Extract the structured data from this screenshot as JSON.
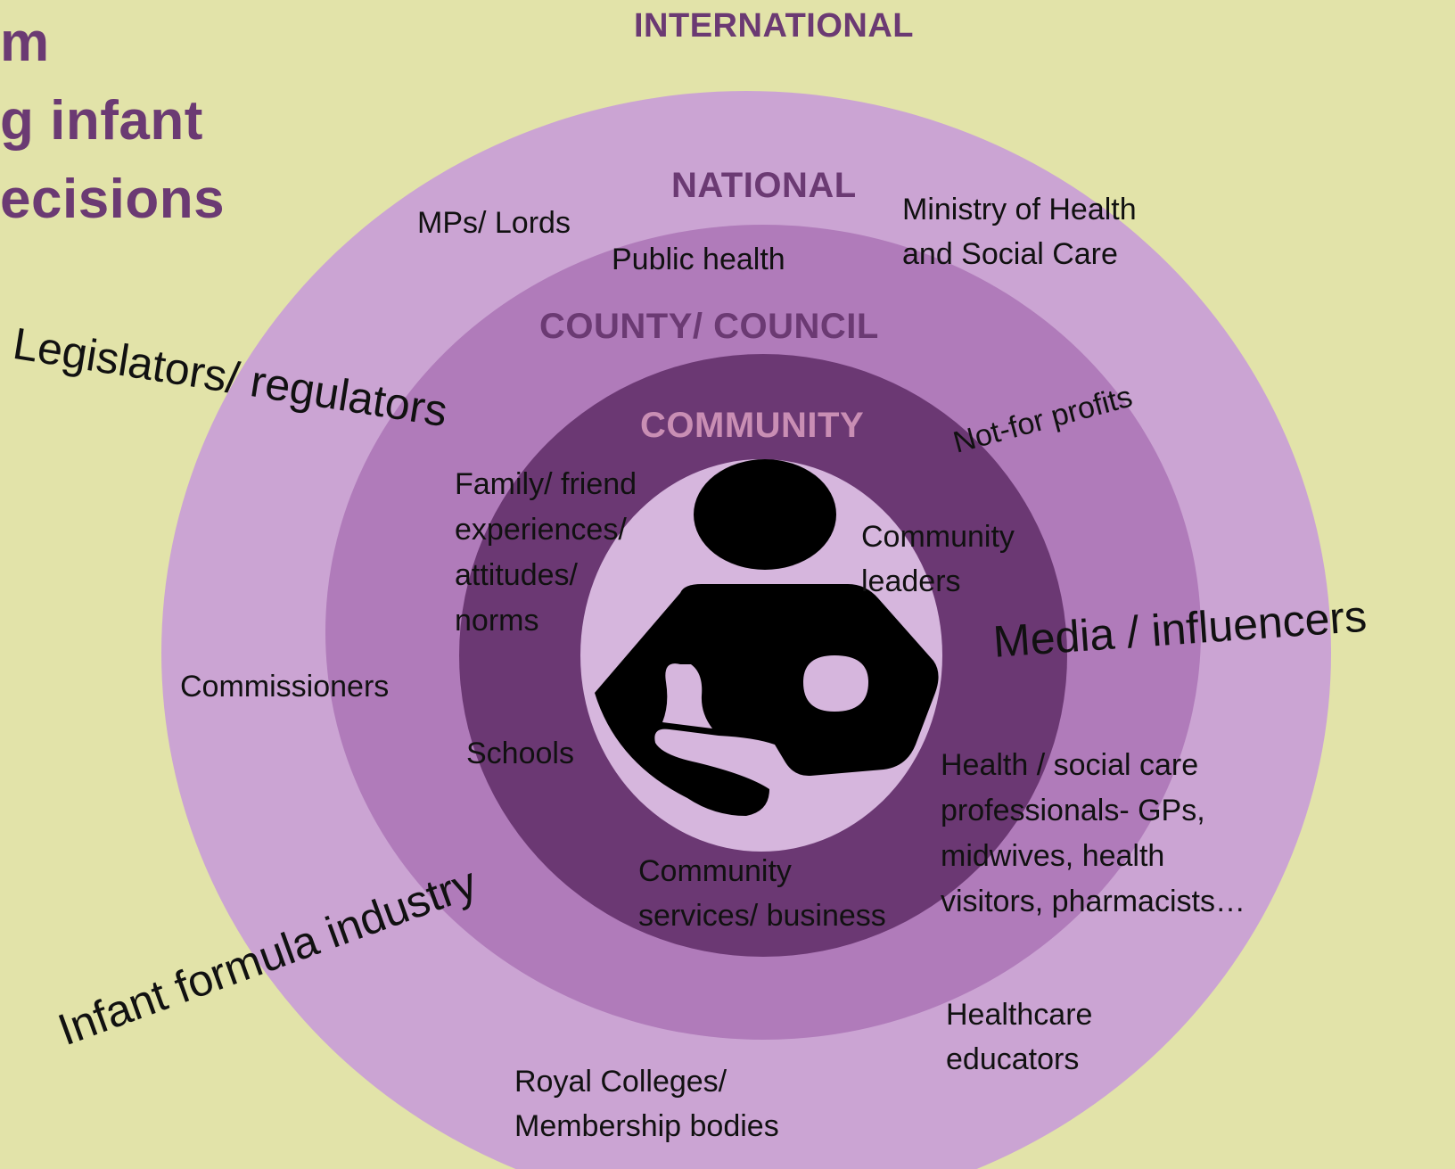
{
  "title": {
    "line1": "m",
    "line2": "g infant",
    "line3": "ecisions"
  },
  "levels": {
    "international": "INTERNATIONAL",
    "national": "NATIONAL",
    "county": "COUNTY/ COUNCIL",
    "community": "COMMUNITY"
  },
  "stakeholders": {
    "legislators": "Legislators/ regulators",
    "mps_lords": "MPs/ Lords",
    "public_health": "Public health",
    "ministry": "Ministry of Health\nand Social Care",
    "not_for_profits": "Not-for profits",
    "family": "Family/ friend\nexperiences/\nattitudes/\nnorms",
    "community_leaders": "Community\nleaders",
    "media": "Media / influencers",
    "commissioners": "Commissioners",
    "schools": "Schools",
    "health_professionals": "Health / social care\nprofessionals- GPs,\nmidwives, health\nvisitors, pharmacists…",
    "infant_formula": "Infant formula industry",
    "community_services": "Community\nservices/ business",
    "healthcare_educators": "Healthcare\neducators",
    "royal_colleges": "Royal Colleges/\nMembership bodies"
  },
  "colors": {
    "background": "#e2e3a9",
    "title_text": "#6b3a73",
    "national_ring": "#cba4d3",
    "county_ring": "#b07bba",
    "community_ring": "#6b3873",
    "center": "#d6b6dd",
    "community_label": "#c98eb4",
    "figure": "#000000"
  },
  "icons": {
    "center": "breastfeeding-mother-icon"
  }
}
